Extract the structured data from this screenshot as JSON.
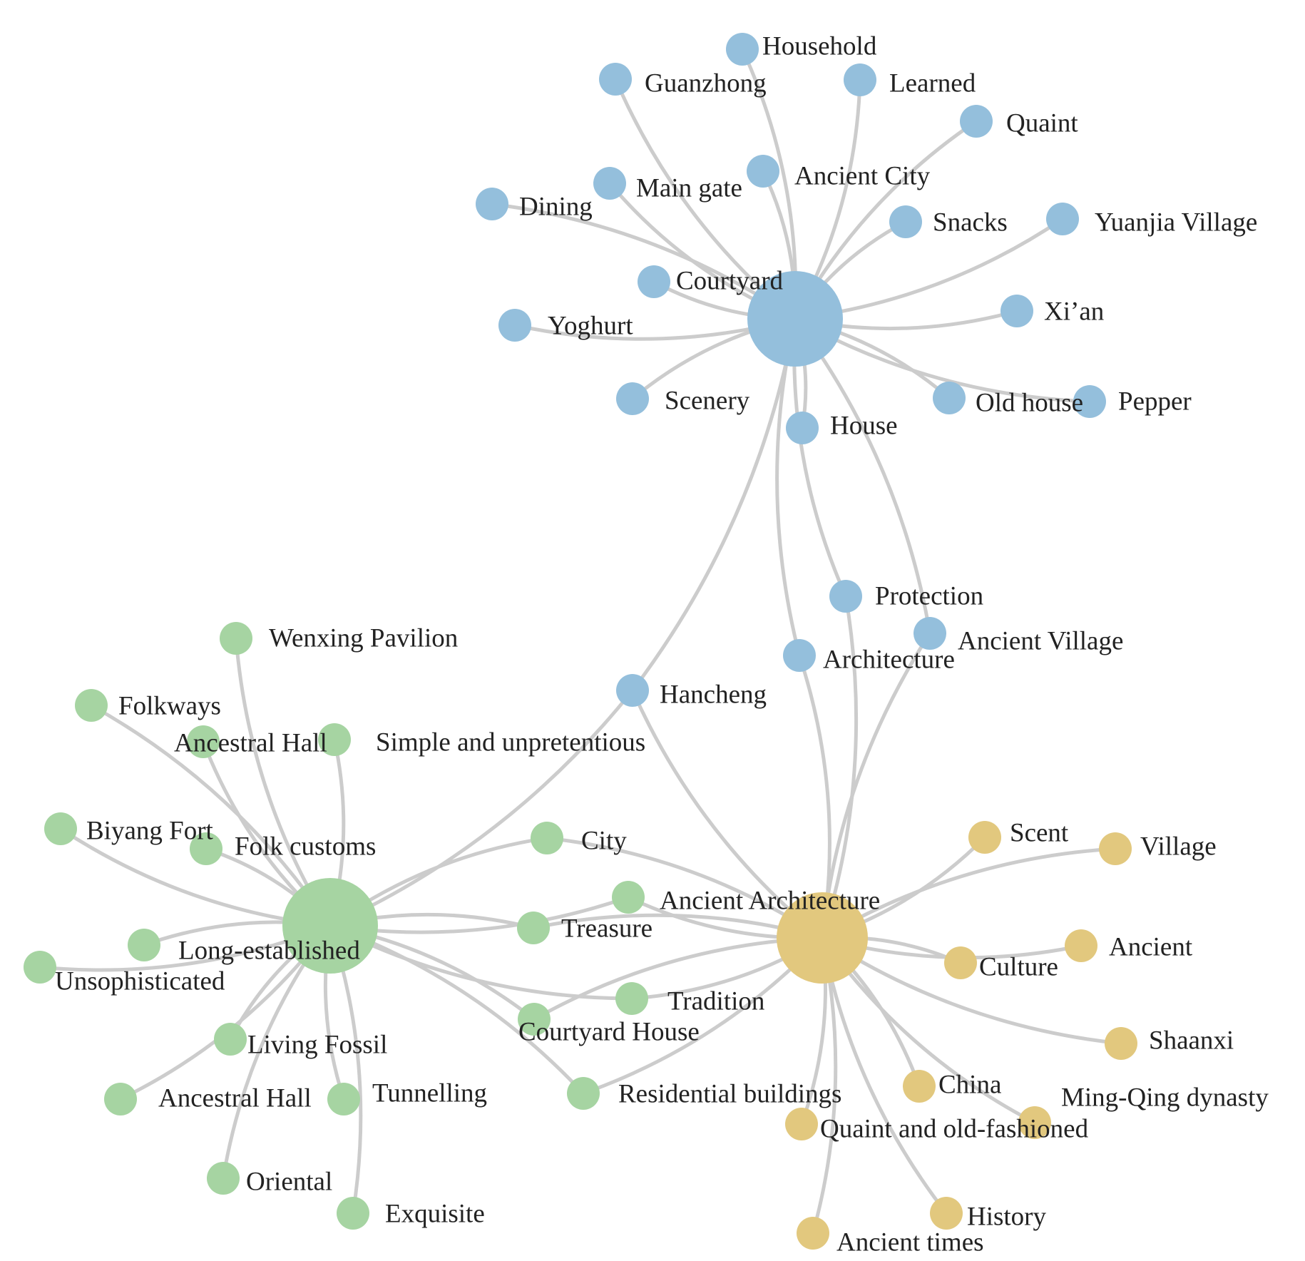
{
  "colors": {
    "blue": "#94bfdc",
    "green": "#a6d4a2",
    "gold": "#e2c87e",
    "edge": "#cccccc",
    "text": "#222222",
    "background": "#ffffff"
  },
  "hubs": [
    {
      "id": "hub-blue",
      "cluster": "blue"
    },
    {
      "id": "hub-green",
      "cluster": "green"
    },
    {
      "id": "hub-gold",
      "cluster": "gold"
    }
  ],
  "nodes": [
    {
      "id": "household",
      "label": "Household",
      "cluster": "blue"
    },
    {
      "id": "guanzhong",
      "label": "Guanzhong",
      "cluster": "blue"
    },
    {
      "id": "learned",
      "label": "Learned",
      "cluster": "blue"
    },
    {
      "id": "quaint",
      "label": "Quaint",
      "cluster": "blue"
    },
    {
      "id": "ancient-city",
      "label": "Ancient City",
      "cluster": "blue"
    },
    {
      "id": "main-gate",
      "label": "Main gate",
      "cluster": "blue"
    },
    {
      "id": "dining",
      "label": "Dining",
      "cluster": "blue"
    },
    {
      "id": "snacks",
      "label": "Snacks",
      "cluster": "blue"
    },
    {
      "id": "yuanjia-village",
      "label": "Yuanjia Village",
      "cluster": "blue"
    },
    {
      "id": "courtyard",
      "label": "Courtyard",
      "cluster": "blue"
    },
    {
      "id": "xian",
      "label": "Xi’an",
      "cluster": "blue"
    },
    {
      "id": "yoghurt",
      "label": "Yoghurt",
      "cluster": "blue"
    },
    {
      "id": "scenery",
      "label": "Scenery",
      "cluster": "blue"
    },
    {
      "id": "old-house",
      "label": "Old house",
      "cluster": "blue"
    },
    {
      "id": "pepper",
      "label": "Pepper",
      "cluster": "blue"
    },
    {
      "id": "house",
      "label": "House",
      "cluster": "blue"
    },
    {
      "id": "protection",
      "label": "Protection",
      "cluster": "blue"
    },
    {
      "id": "ancient-village",
      "label": "Ancient Village",
      "cluster": "blue"
    },
    {
      "id": "architecture",
      "label": "Architecture",
      "cluster": "blue"
    },
    {
      "id": "hancheng",
      "label": "Hancheng",
      "cluster": "blue"
    },
    {
      "id": "wenxing-pavilion",
      "label": "Wenxing Pavilion",
      "cluster": "green"
    },
    {
      "id": "folkways",
      "label": "Folkways",
      "cluster": "green"
    },
    {
      "id": "ancestral-hall-1",
      "label": "Ancestral Hall",
      "cluster": "green"
    },
    {
      "id": "simple-unpretentious",
      "label": "Simple and unpretentious",
      "cluster": "green"
    },
    {
      "id": "biyang-fort",
      "label": "Biyang Fort",
      "cluster": "green"
    },
    {
      "id": "folk-customs",
      "label": "Folk customs",
      "cluster": "green"
    },
    {
      "id": "city",
      "label": "City",
      "cluster": "green"
    },
    {
      "id": "ancient-architecture",
      "label": "Ancient Architecture",
      "cluster": "green"
    },
    {
      "id": "treasure",
      "label": "Treasure",
      "cluster": "green"
    },
    {
      "id": "long-established",
      "label": "Long-established",
      "cluster": "green"
    },
    {
      "id": "unsophisticated",
      "label": "Unsophisticated",
      "cluster": "green"
    },
    {
      "id": "tradition",
      "label": "Tradition",
      "cluster": "green"
    },
    {
      "id": "courtyard-house",
      "label": "Courtyard House",
      "cluster": "green"
    },
    {
      "id": "living-fossil",
      "label": "Living Fossil",
      "cluster": "green"
    },
    {
      "id": "ancestral-hall-2",
      "label": "Ancestral Hall",
      "cluster": "green"
    },
    {
      "id": "tunnelling",
      "label": "Tunnelling",
      "cluster": "green"
    },
    {
      "id": "residential-buildings",
      "label": "Residential buildings",
      "cluster": "green"
    },
    {
      "id": "oriental",
      "label": "Oriental",
      "cluster": "green"
    },
    {
      "id": "exquisite",
      "label": "Exquisite",
      "cluster": "green"
    },
    {
      "id": "scent",
      "label": "Scent",
      "cluster": "gold"
    },
    {
      "id": "village",
      "label": "Village",
      "cluster": "gold"
    },
    {
      "id": "ancient",
      "label": "Ancient",
      "cluster": "gold"
    },
    {
      "id": "culture",
      "label": "Culture",
      "cluster": "gold"
    },
    {
      "id": "shaanxi",
      "label": "Shaanxi",
      "cluster": "gold"
    },
    {
      "id": "china",
      "label": "China",
      "cluster": "gold"
    },
    {
      "id": "ming-qing-dynasty",
      "label": "Ming-Qing dynasty",
      "cluster": "gold"
    },
    {
      "id": "quaint-old-fashioned",
      "label": "Quaint and old-fashioned",
      "cluster": "gold"
    },
    {
      "id": "history",
      "label": "History",
      "cluster": "gold"
    },
    {
      "id": "ancient-times",
      "label": "Ancient times",
      "cluster": "gold"
    }
  ],
  "edges": [
    [
      "hub-blue",
      "household"
    ],
    [
      "hub-blue",
      "guanzhong"
    ],
    [
      "hub-blue",
      "learned"
    ],
    [
      "hub-blue",
      "quaint"
    ],
    [
      "hub-blue",
      "ancient-city"
    ],
    [
      "hub-blue",
      "main-gate"
    ],
    [
      "hub-blue",
      "dining"
    ],
    [
      "hub-blue",
      "snacks"
    ],
    [
      "hub-blue",
      "yuanjia-village"
    ],
    [
      "hub-blue",
      "courtyard"
    ],
    [
      "hub-blue",
      "xian"
    ],
    [
      "hub-blue",
      "yoghurt"
    ],
    [
      "hub-blue",
      "scenery"
    ],
    [
      "hub-blue",
      "old-house"
    ],
    [
      "hub-blue",
      "pepper"
    ],
    [
      "hub-blue",
      "house"
    ],
    [
      "hub-blue",
      "protection"
    ],
    [
      "hub-blue",
      "ancient-village"
    ],
    [
      "hub-blue",
      "architecture"
    ],
    [
      "hub-blue",
      "hancheng"
    ],
    [
      "hub-gold",
      "protection"
    ],
    [
      "hub-gold",
      "ancient-village"
    ],
    [
      "hub-gold",
      "architecture"
    ],
    [
      "hub-gold",
      "hancheng"
    ],
    [
      "hub-green",
      "hancheng"
    ],
    [
      "hub-green",
      "wenxing-pavilion"
    ],
    [
      "hub-green",
      "folkways"
    ],
    [
      "hub-green",
      "ancestral-hall-1"
    ],
    [
      "hub-green",
      "simple-unpretentious"
    ],
    [
      "hub-green",
      "biyang-fort"
    ],
    [
      "hub-green",
      "folk-customs"
    ],
    [
      "hub-green",
      "city"
    ],
    [
      "hub-green",
      "ancient-architecture"
    ],
    [
      "hub-green",
      "treasure"
    ],
    [
      "hub-green",
      "long-established"
    ],
    [
      "hub-green",
      "unsophisticated"
    ],
    [
      "hub-green",
      "tradition"
    ],
    [
      "hub-green",
      "courtyard-house"
    ],
    [
      "hub-green",
      "living-fossil"
    ],
    [
      "hub-green",
      "ancestral-hall-2"
    ],
    [
      "hub-green",
      "tunnelling"
    ],
    [
      "hub-green",
      "residential-buildings"
    ],
    [
      "hub-green",
      "oriental"
    ],
    [
      "hub-green",
      "exquisite"
    ],
    [
      "hub-gold",
      "city"
    ],
    [
      "hub-gold",
      "ancient-architecture"
    ],
    [
      "hub-gold",
      "treasure"
    ],
    [
      "hub-gold",
      "tradition"
    ],
    [
      "hub-gold",
      "courtyard-house"
    ],
    [
      "hub-gold",
      "residential-buildings"
    ],
    [
      "hub-gold",
      "scent"
    ],
    [
      "hub-gold",
      "village"
    ],
    [
      "hub-gold",
      "ancient"
    ],
    [
      "hub-gold",
      "culture"
    ],
    [
      "hub-gold",
      "shaanxi"
    ],
    [
      "hub-gold",
      "china"
    ],
    [
      "hub-gold",
      "ming-qing-dynasty"
    ],
    [
      "hub-gold",
      "quaint-old-fashioned"
    ],
    [
      "hub-gold",
      "history"
    ],
    [
      "hub-gold",
      "ancient-times"
    ]
  ]
}
